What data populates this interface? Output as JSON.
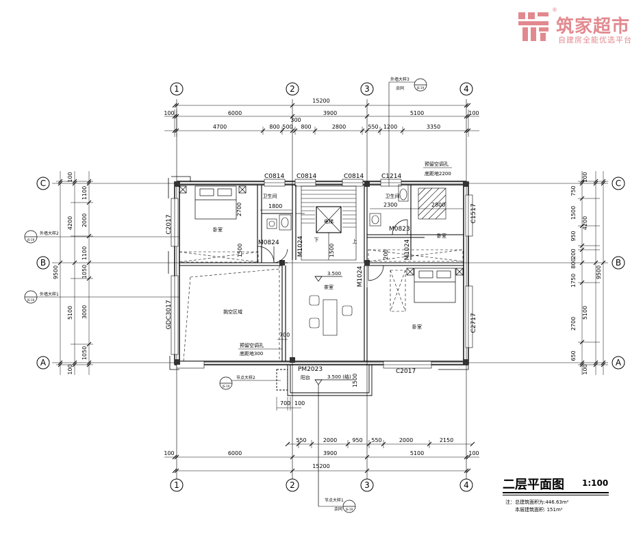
{
  "brand": {
    "name": "筑家超市",
    "tagline": "自建房全能优选平台",
    "registered": "®",
    "color": "#e2898f"
  },
  "plan": {
    "title": "二层平面图",
    "scale": "1:100",
    "note_total_area": "注：总建筑面积为:446.63m²",
    "note_floor_area": "本层建筑面积: 151m²"
  },
  "grid": {
    "vertical": [
      "1",
      "2",
      "3",
      "4"
    ],
    "horizontal": [
      "C",
      "B",
      "A"
    ]
  },
  "dimensions": {
    "top_overall": "15200",
    "top_bays": [
      "100",
      "6000",
      "3900",
      "5100",
      "100"
    ],
    "top_openings": [
      "4700",
      "800",
      "500",
      "800",
      "2800",
      "550",
      "1200",
      "3350"
    ],
    "top_extra": "300",
    "bottom_openings": [
      "550",
      "2000",
      "950",
      "550",
      "2000",
      "2150"
    ],
    "bottom_bays": [
      "100",
      "6000",
      "3900",
      "5100",
      "100"
    ],
    "bottom_overall": "15200",
    "left_overall": "9500",
    "left_bays": [
      "100",
      "4200",
      "5100",
      "100"
    ],
    "left_segments": [
      "1100",
      "2000",
      "1100",
      "1050",
      "3000",
      "1050"
    ],
    "right_overall": "9500",
    "right_bays": [
      "100",
      "4200",
      "5100",
      "100"
    ],
    "right_segments": [
      "750",
      "1500",
      "950",
      "200",
      "800",
      "1750",
      "2700",
      "650"
    ],
    "misc": [
      "2700",
      "1800",
      "1500",
      "1500",
      "2300",
      "2800",
      "200",
      "700",
      "1500",
      "700",
      "100"
    ]
  },
  "rooms": {
    "bedroom_nw": "卧室",
    "bathroom_w": "卫生间",
    "elevator": "电梯",
    "stair_down": "下",
    "stair_up": "上",
    "tea_room": "茶室",
    "void_area": "挑空区域",
    "bathroom_e": "卫生间",
    "bedroom_ne": "卧室",
    "bedroom_se": "卧室",
    "balcony": "阳台"
  },
  "labels": {
    "c0814": "C0814",
    "c1214": "C1214",
    "c2017": "C2017",
    "c1517": "C1517",
    "c2717": "C2717",
    "gdc3017": "GDC3017",
    "m0824": "M0824",
    "m0823": "M0823",
    "m1024": "M1024",
    "pm2023": "PM2023",
    "level_tea": "3.500",
    "level_balcony": "3.500 (结)",
    "ac_hole_top": "预留空调孔",
    "ac_hole_top_detail": "底距地2200",
    "ac_hole_bottom": "预留空调孔",
    "ac_hole_bottom_detail": "底距地300",
    "callout_wall2": "外墙大样2",
    "callout_wall1": "外墙大样1",
    "callout_wall3": "外墙大样3",
    "callout_node2": "节点大样2",
    "callout_node1": "节点大样1",
    "callout_ref": "余同",
    "callout_num": "JS-19"
  }
}
